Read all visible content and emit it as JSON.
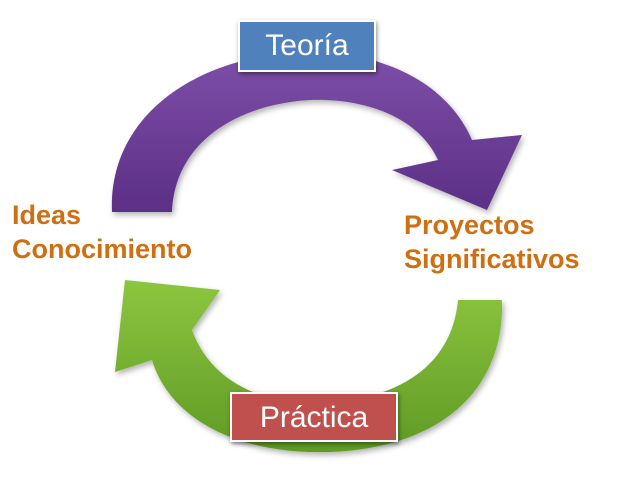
{
  "diagram": {
    "top_box": {
      "label": "Teoría"
    },
    "bottom_box": {
      "label": "Práctica"
    },
    "left_label": {
      "line1": "Ideas",
      "line2": "Conocimiento"
    },
    "right_label": {
      "line1": "Proyectos",
      "line2": "Significativos"
    }
  },
  "colors": {
    "top_arrow": "#7e4fa8",
    "top_arrow_dark": "#5c2f86",
    "bottom_arrow": "#8cc63f",
    "bottom_arrow_dark": "#5f9a24",
    "top_box": "#4f81bd",
    "bottom_box": "#c0504d",
    "label_text": "#cf6f12"
  }
}
